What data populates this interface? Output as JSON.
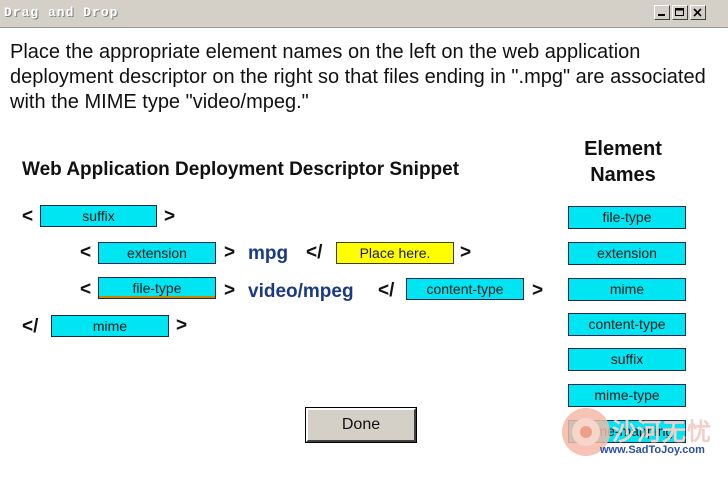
{
  "window": {
    "title": "Drag and Drop",
    "controls": [
      "minimize-icon",
      "maximize-icon",
      "close-icon"
    ]
  },
  "instructions": "Place the appropriate element names on the left on the web application deployment descriptor on the right so that files ending in \".mpg\" are associated with the MIME type \"video/mpeg.\"",
  "snippet": {
    "title": "Web Application Deployment Descriptor Snippet",
    "lt": "<",
    "gt": ">",
    "close_lt": "</",
    "slot_suffix": "suffix",
    "slot_extension": "extension",
    "value_mpg": "mpg",
    "slot_placeholder": "Place here.",
    "slot_filetype": "file-type",
    "value_video": "video/mpeg",
    "slot_contenttype": "content-type",
    "slot_mime": "mime"
  },
  "element_names": {
    "header": "Element Names",
    "items": [
      "file-type",
      "extension",
      "mime",
      "content-type",
      "suffix",
      "mime-type",
      "mime-mapping"
    ]
  },
  "done_label": "Done",
  "watermark": {
    "cn_text": "沙河无忧",
    "url": "www.SadToJoy.com"
  },
  "colors": {
    "tile": "#00e5f2",
    "placeholder": "#ffff00",
    "keyword": "#1a3a86",
    "titlebar": "#d4d0c8"
  }
}
